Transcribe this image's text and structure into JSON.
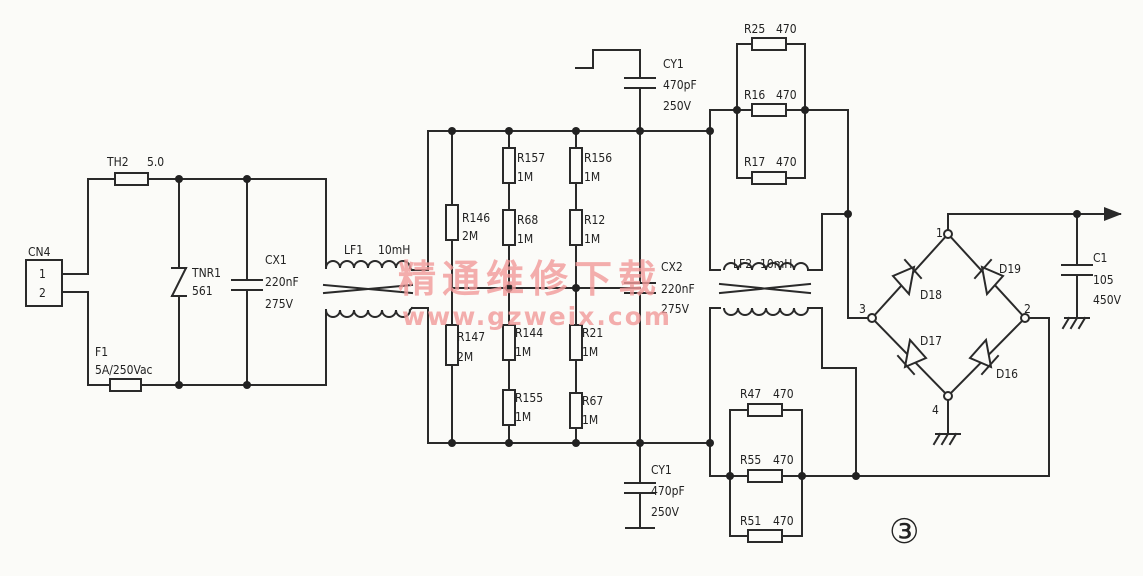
{
  "connector": {
    "ref": "CN4",
    "pin1": "1",
    "pin2": "2"
  },
  "th2": {
    "ref": "TH2",
    "value": "5.0"
  },
  "f1": {
    "ref": "F1",
    "value": "5A/250Vac"
  },
  "tnr1": {
    "ref": "TNR1",
    "value": "561"
  },
  "cx1": {
    "ref": "CX1",
    "value": "220nF",
    "rating": "275V"
  },
  "lf1": {
    "ref": "LF1",
    "value": "10mH"
  },
  "r146": {
    "ref": "R146",
    "value": "2M"
  },
  "r147": {
    "ref": "R147",
    "value": "2M"
  },
  "r157": {
    "ref": "R157",
    "value": "1M"
  },
  "r68": {
    "ref": "R68",
    "value": "1M"
  },
  "r144": {
    "ref": "R144",
    "value": "1M"
  },
  "r155": {
    "ref": "R155",
    "value": "1M"
  },
  "r156": {
    "ref": "R156",
    "value": "1M"
  },
  "r12": {
    "ref": "R12",
    "value": "1M"
  },
  "r21": {
    "ref": "R21",
    "value": "1M"
  },
  "r67": {
    "ref": "R67",
    "value": "1M"
  },
  "cy1_top": {
    "ref": "CY1",
    "value": "470pF",
    "rating": "250V"
  },
  "cy1_bottom": {
    "ref": "CY1",
    "value": "470pF",
    "rating": "250V"
  },
  "cx2": {
    "ref": "CX2",
    "value": "220nF",
    "rating": "275V"
  },
  "lf2": {
    "ref": "LF2",
    "value": "10mH"
  },
  "r25": {
    "ref": "R25",
    "value": "470"
  },
  "r16": {
    "ref": "R16",
    "value": "470"
  },
  "r17": {
    "ref": "R17",
    "value": "470"
  },
  "r47": {
    "ref": "R47",
    "value": "470"
  },
  "r55": {
    "ref": "R55",
    "value": "470"
  },
  "r51": {
    "ref": "R51",
    "value": "470"
  },
  "bridge": {
    "d18": "D18",
    "d19": "D19",
    "d17": "D17",
    "d16": "D16",
    "node1": "1",
    "node2": "2",
    "node3": "3",
    "node4": "4"
  },
  "c1": {
    "ref": "C1",
    "value": "105",
    "rating": "450V"
  },
  "figure_label": "③",
  "watermark": {
    "cn": "精通维修下载",
    "url": "www.gzweix.com"
  },
  "colors": {
    "ink": "#2a2a2a",
    "paper": "#fbfbf8",
    "watermark": "#f29a9a"
  }
}
